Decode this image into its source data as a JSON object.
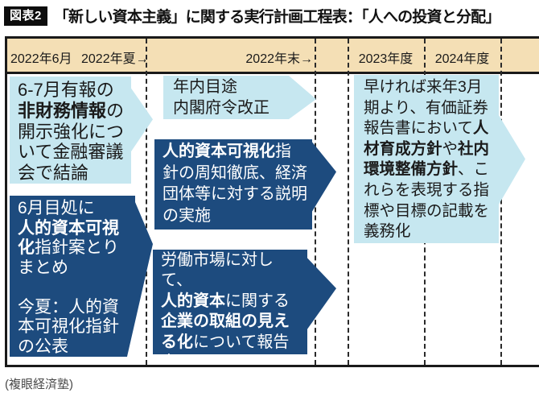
{
  "colors": {
    "page_bg": "#ffffff",
    "header_tan": "#f4dfb5",
    "light_blue": "#c6e7f0",
    "dark_blue": "#1d4b7e",
    "border_dark": "#1a1a1a",
    "credit_gray": "#4a4a4a"
  },
  "title": {
    "badge": "図表2",
    "text": "「新しい資本主義」に関する実行計画工程表：「人への投資と分配」"
  },
  "timeline": {
    "ticks": [
      "2022年6月",
      "2022年夏→",
      "2022年末→",
      "2023年度",
      "2024年度"
    ]
  },
  "boxes": {
    "finance_council": {
      "tone": "light",
      "segments": [
        {
          "t": "6-7月有報の\n",
          "b": false
        },
        {
          "t": "非財務情報",
          "b": true
        },
        {
          "t": "の\n開示強化につ\nいて金融審議\n会で結論",
          "b": false
        }
      ]
    },
    "hc_guideline_draft": {
      "tone": "dark",
      "segments": [
        {
          "t": "6月目処に\n",
          "b": false
        },
        {
          "t": "人的資本可視\n化",
          "b": true
        },
        {
          "t": "指針案とり\nまとめ\n\n今夏：人的資\n本可視化指針\nの公表",
          "b": false
        }
      ]
    },
    "cabinet_ordinance": {
      "tone": "light",
      "segments": [
        {
          "t": "年内目途\n内閣府令改正",
          "b": false
        }
      ]
    },
    "guideline_dissemination": {
      "tone": "dark",
      "segments": [
        {
          "t": "人的資本可視化",
          "b": true
        },
        {
          "t": "指\n針の周知徹底、経済\n団体等に対する説明\nの実施",
          "b": false
        }
      ]
    },
    "labor_market_report": {
      "tone": "dark",
      "segments": [
        {
          "t": "労働市場に対して、\n",
          "b": false
        },
        {
          "t": "人的資本",
          "b": true
        },
        {
          "t": "に関する\n",
          "b": false
        },
        {
          "t": "企業の取組の見え\nる化",
          "b": true
        },
        {
          "t": "について報告\n書とりまとめ",
          "b": false
        }
      ]
    },
    "securities_report_mandate": {
      "tone": "light",
      "segments": [
        {
          "t": "早ければ来年3月\n期より、有価証券\n報告書において",
          "b": false
        },
        {
          "t": "人\n材育成方針",
          "b": true
        },
        {
          "t": "や",
          "b": false
        },
        {
          "t": "社内\n環境整備方針",
          "b": true
        },
        {
          "t": "、こ\nれらを表現する指\n標や目標の記載を\n義務化",
          "b": false
        }
      ]
    }
  },
  "footer": {
    "credit": "(複眼経済塾)"
  }
}
